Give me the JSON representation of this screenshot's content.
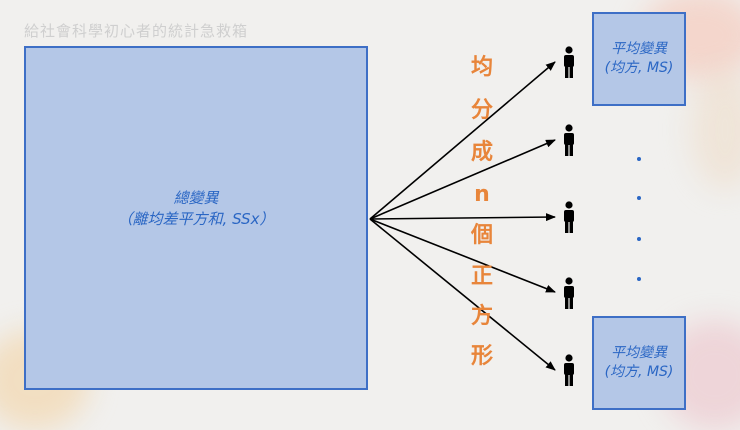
{
  "header": {
    "title": "給社會科學初心者的統計急救箱"
  },
  "main_box": {
    "line1": "總變異",
    "line2": "（離均差平方和, SSx）"
  },
  "label_vertical": [
    "均",
    "分",
    "成",
    "n",
    "個",
    "正",
    "方",
    "形"
  ],
  "result_boxes": [
    {
      "line1": "平均變異",
      "line2": "(均方, MS)"
    },
    {
      "line1": "平均變異",
      "line2": "(均方, MS)"
    }
  ],
  "colors": {
    "box_fill": "#b4c7e7",
    "box_border": "#3e6fc6",
    "box_text": "#2a66c4",
    "vertical_label": "#e8853a",
    "arrow": "#000000"
  },
  "icons": [
    "person-icon",
    "person-icon",
    "person-icon",
    "person-icon",
    "person-icon"
  ]
}
